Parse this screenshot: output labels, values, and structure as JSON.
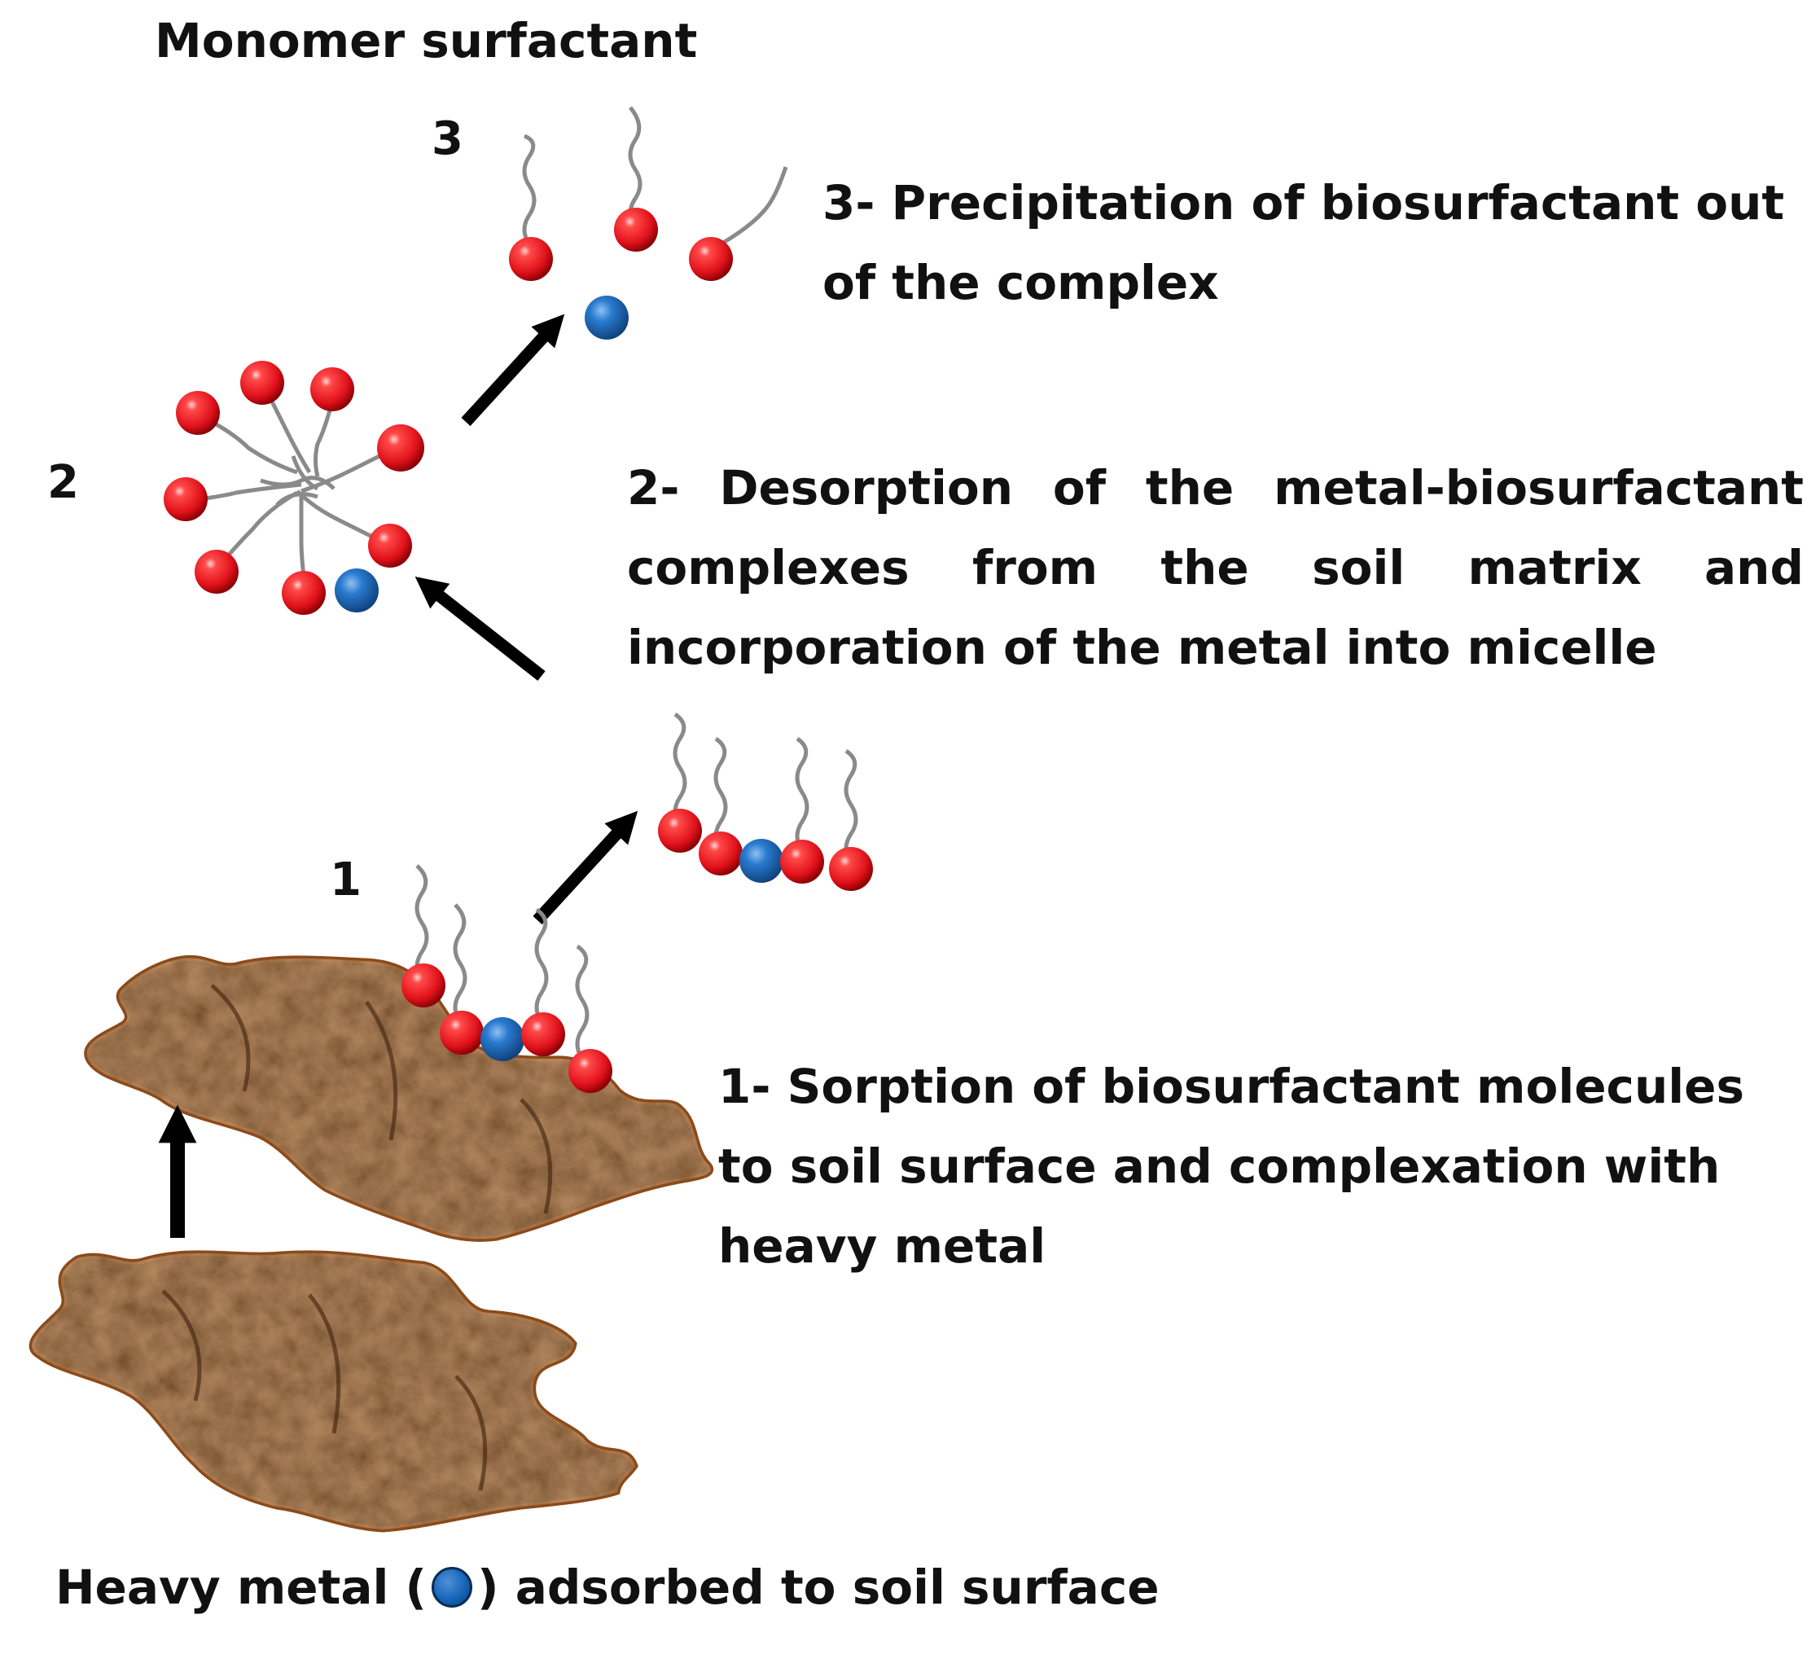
{
  "figure": {
    "title": "Monomer surfactant",
    "step_numbers": {
      "one": "1",
      "two": "2",
      "three": "3"
    },
    "steps": [
      {
        "id": "1",
        "text": "1- Sorption of biosurfactant molecules to soil surface and complexation with heavy metal"
      },
      {
        "id": "2",
        "text": "2- Desorption of the metal-biosurfactant complexes from the soil matrix and incorporation of the metal into micelle"
      },
      {
        "id": "3",
        "text": "3- Precipitation of biosurfactant out of the complex"
      }
    ],
    "legend": {
      "prefix": "Heavy metal (",
      "suffix": ") adsorbed to soil surface"
    }
  },
  "colors": {
    "surfactant_head": "#e0111a",
    "heavy_metal": "#1665b8",
    "tail": "#8a8a8a",
    "soil": "#5a3418",
    "arrow": "#000000"
  },
  "icons": {
    "surfactant": "red-sphere-with-gray-tail",
    "metal": "blue-sphere",
    "arrow": "black-arrow"
  }
}
